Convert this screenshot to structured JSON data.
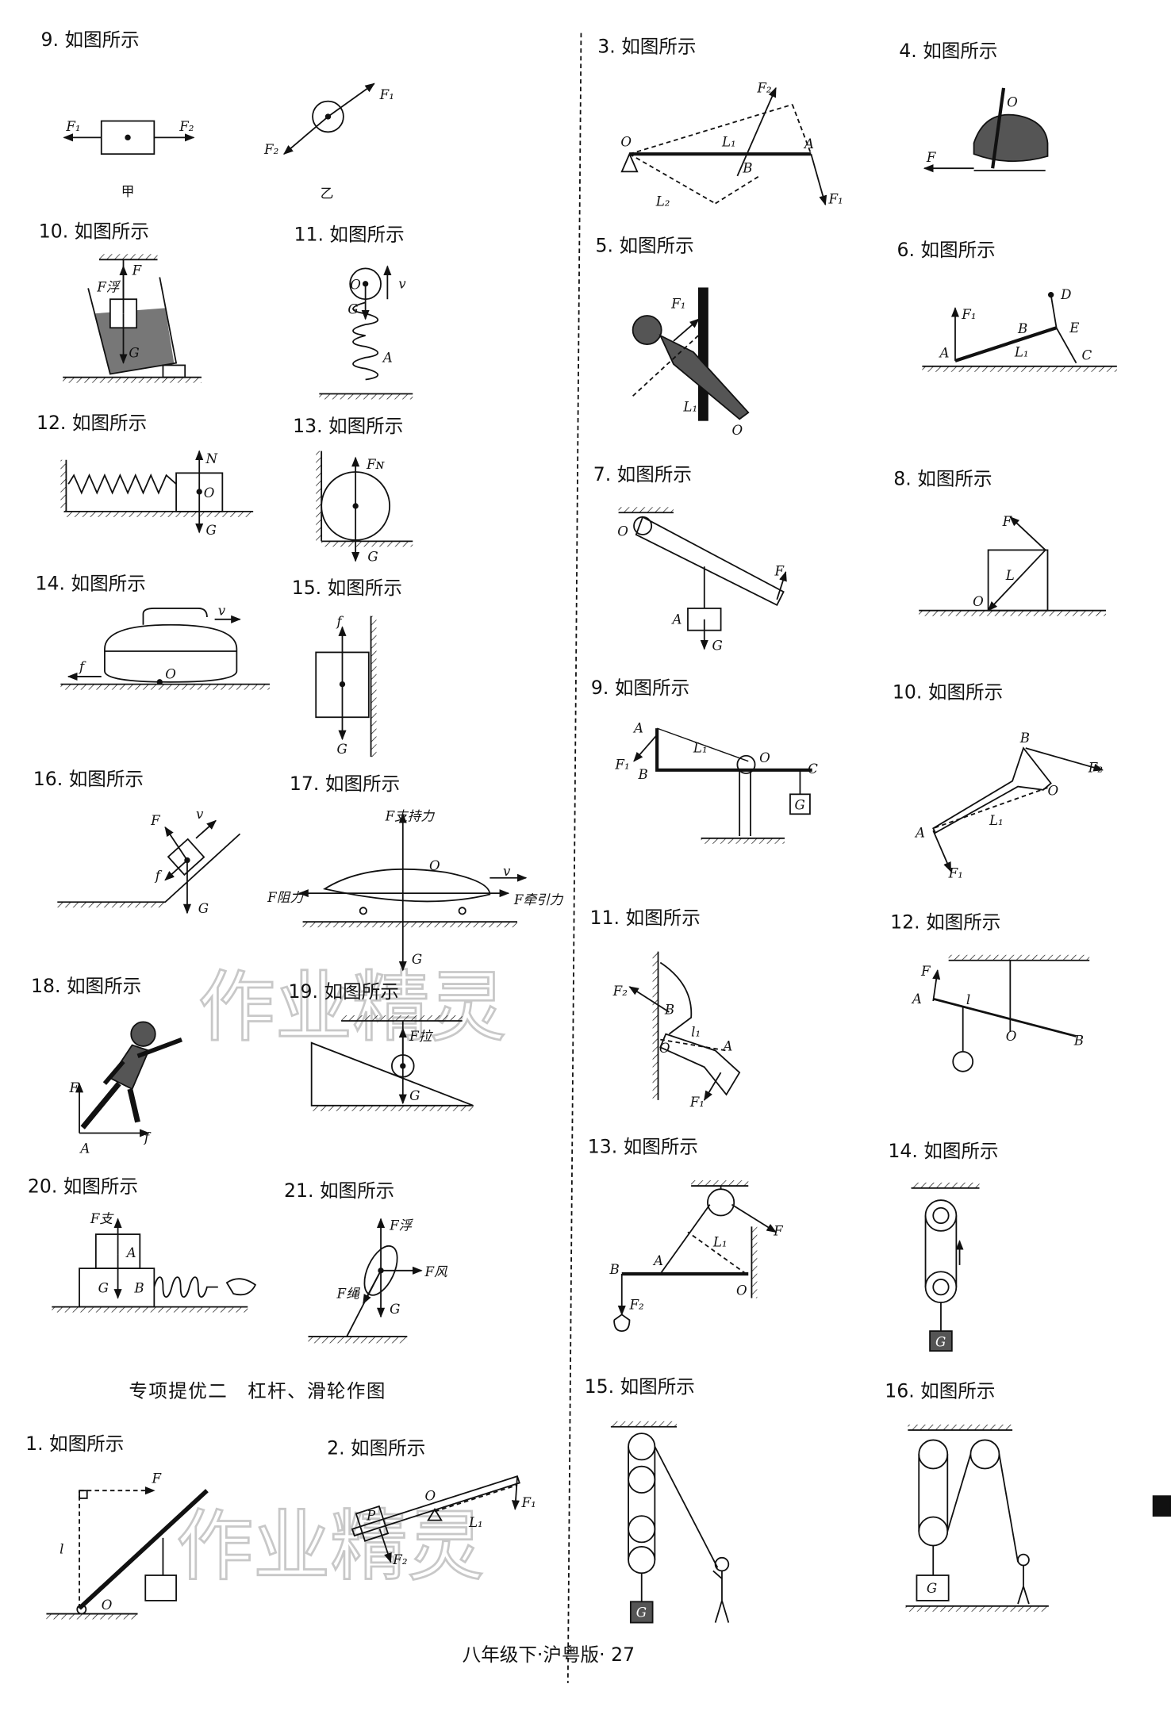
{
  "left": {
    "q9": {
      "heading": "9. 如图所示",
      "labels": [
        "F₁",
        "F₂",
        "甲",
        "F₁",
        "F₂",
        "乙"
      ]
    },
    "q10": {
      "heading": "10. 如图所示",
      "labels": [
        "F",
        "F浮",
        "G"
      ]
    },
    "q11": {
      "heading": "11. 如图所示",
      "labels": [
        "O",
        "v",
        "G",
        "A"
      ]
    },
    "q12": {
      "heading": "12. 如图所示",
      "labels": [
        "N",
        "O",
        "G"
      ]
    },
    "q13": {
      "heading": "13. 如图所示",
      "labels": [
        "Fɴ",
        "G"
      ]
    },
    "q14": {
      "heading": "14. 如图所示",
      "labels": [
        "v",
        "f",
        "O"
      ]
    },
    "q15": {
      "heading": "15. 如图所示",
      "labels": [
        "f",
        "G"
      ]
    },
    "q16": {
      "heading": "16. 如图所示",
      "labels": [
        "F",
        "v",
        "f",
        "G"
      ]
    },
    "q17": {
      "heading": "17. 如图所示",
      "labels": [
        "F支持力",
        "O",
        "v",
        "F阻力",
        "F牵引力",
        "G"
      ]
    },
    "q18": {
      "heading": "18. 如图所示",
      "labels": [
        "F",
        "f",
        "A"
      ]
    },
    "q19": {
      "heading": "19. 如图所示",
      "labels": [
        "F拉",
        "G"
      ]
    },
    "q20": {
      "heading": "20. 如图所示",
      "labels": [
        "F支",
        "A",
        "G",
        "B"
      ]
    },
    "q21": {
      "heading": "21. 如图所示",
      "labels": [
        "F浮",
        "F风",
        "F绳",
        "G"
      ]
    }
  },
  "section_title": "专项提优二　杠杆、滑轮作图",
  "section": {
    "q1": {
      "heading": "1. 如图所示",
      "labels": [
        "F",
        "l",
        "O"
      ]
    },
    "q2": {
      "heading": "2. 如图所示",
      "labels": [
        "O",
        "P",
        "L₁",
        "F₁",
        "F₂"
      ]
    }
  },
  "right": {
    "q3": {
      "heading": "3. 如图所示",
      "labels": [
        "F₂",
        "O",
        "L₁",
        "B",
        "A",
        "L₂",
        "F₁"
      ]
    },
    "q4": {
      "heading": "4. 如图所示",
      "labels": [
        "O",
        "F"
      ]
    },
    "q5": {
      "heading": "5. 如图所示",
      "labels": [
        "F₁",
        "L₁",
        "O"
      ]
    },
    "q6": {
      "heading": "6. 如图所示",
      "labels": [
        "F₁",
        "D",
        "B",
        "E",
        "A",
        "L₁",
        "C"
      ]
    },
    "q7": {
      "heading": "7. 如图所示",
      "labels": [
        "O",
        "F",
        "A",
        "G"
      ]
    },
    "q8": {
      "heading": "8. 如图所示",
      "labels": [
        "F",
        "L",
        "O"
      ]
    },
    "q9": {
      "heading": "9. 如图所示",
      "labels": [
        "A",
        "L₁",
        "O",
        "C",
        "F₁",
        "B",
        "G"
      ]
    },
    "q10": {
      "heading": "10. 如图所示",
      "labels": [
        "B",
        "F₂",
        "O",
        "L₁",
        "A",
        "F₁"
      ]
    },
    "q11": {
      "heading": "11. 如图所示",
      "labels": [
        "F₂",
        "B",
        "l₁",
        "O",
        "A",
        "F₁"
      ]
    },
    "q12": {
      "heading": "12. 如图所示",
      "labels": [
        "F",
        "A",
        "l",
        "O",
        "B"
      ]
    },
    "q13": {
      "heading": "13. 如图所示",
      "labels": [
        "F",
        "L₁",
        "B",
        "A",
        "O",
        "F₂"
      ]
    },
    "q14": {
      "heading": "14. 如图所示",
      "labels": [
        "G"
      ]
    },
    "q15": {
      "heading": "15. 如图所示",
      "labels": [
        "G"
      ]
    },
    "q16": {
      "heading": "16. 如图所示",
      "labels": [
        "G"
      ]
    }
  },
  "watermark": "作业精灵",
  "footer": "八年级下·沪粤版· 27"
}
